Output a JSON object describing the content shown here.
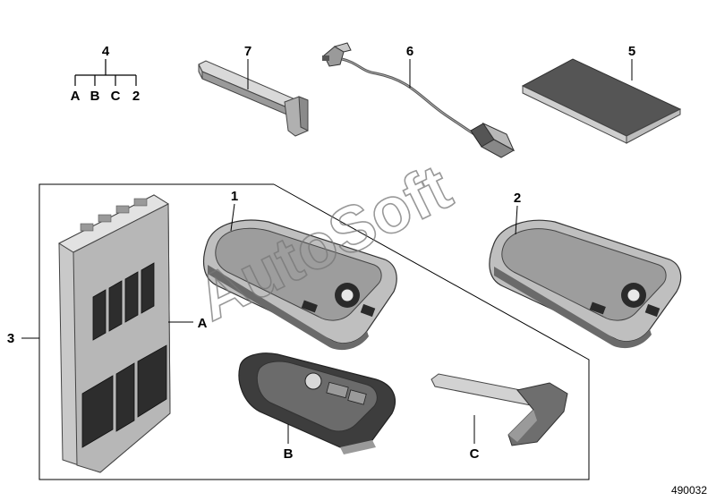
{
  "callouts": {
    "part_1": "1",
    "part_2": "2",
    "part_3": "3",
    "part_4": "4",
    "part_5": "5",
    "part_6": "6",
    "part_7": "7",
    "sub_A": "A",
    "sub_B": "B",
    "sub_C": "C",
    "sub_2": "2",
    "module_A": "A",
    "key_B": "B",
    "blade_C": "C"
  },
  "watermark": "AutoSoft",
  "diagram_number": "490032"
}
